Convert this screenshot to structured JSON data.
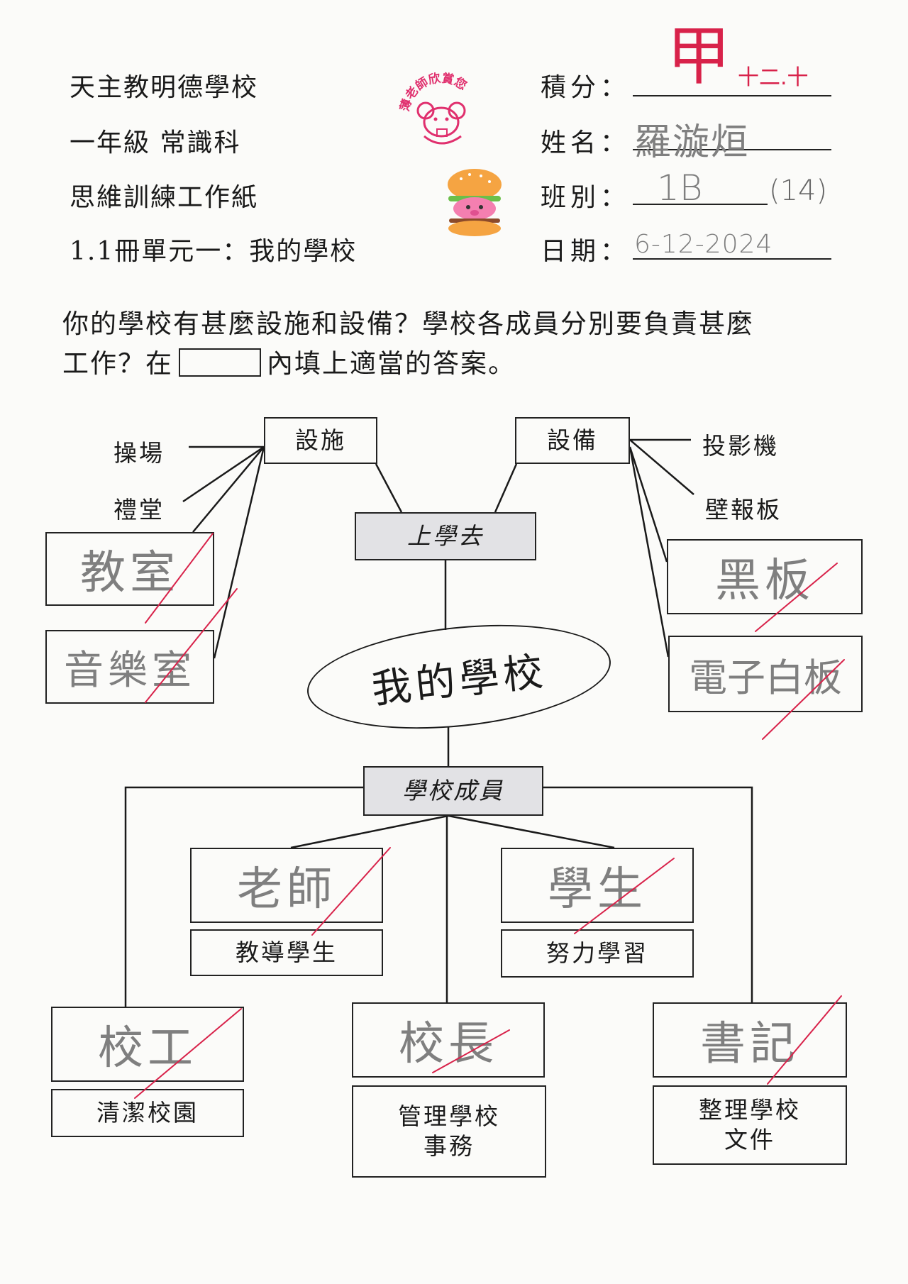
{
  "header": {
    "school": "天主教明德學校",
    "grade_subject": "一年級 常識科",
    "worksheet": "思維訓練工作紙",
    "unit": "1.1冊單元一：我的學校"
  },
  "fields": {
    "score_label": "積分：",
    "name_label": "姓名：",
    "class_label": "班別：",
    "date_label": "日期：",
    "name_value": "羅漩烜",
    "class_value": "1B",
    "class_number": "(14)",
    "date_value": "6-12-2024",
    "score_grade": "甲",
    "score_note": "十二.十"
  },
  "stamp": {
    "text": "薄老師欣賞您"
  },
  "question": {
    "line1": "你的學校有甚麼設施和設備？學校各成員分別要負責甚麼",
    "line2_before": "工作？在",
    "line2_after": "內填上適當的答案。"
  },
  "diagram": {
    "center": "我的學校",
    "top_hub": "上學去",
    "facilities": {
      "title": "設施",
      "given": [
        "操場",
        "禮堂"
      ],
      "answers": [
        "教室",
        "音樂室"
      ]
    },
    "equipment": {
      "title": "設備",
      "given": [
        "投影機",
        "壁報板"
      ],
      "answers": [
        "黑板",
        "電子白板"
      ]
    },
    "members": {
      "title": "學校成員",
      "items": [
        {
          "role": "老師",
          "duty": "教導學生"
        },
        {
          "role": "學生",
          "duty": "努力學習"
        },
        {
          "role": "校工",
          "duty": "清潔校園"
        },
        {
          "role": "校長",
          "duty_line1": "管理學校",
          "duty_line2": "事務"
        },
        {
          "role": "書記",
          "duty_line1": "整理學校",
          "duty_line2": "文件"
        }
      ]
    }
  },
  "colors": {
    "ink": "#1a1a1a",
    "pencil": "#7f7f7f",
    "marker_red": "#d8224a",
    "hub_fill": "#e2e2e5"
  },
  "icons": [
    "teacher-stamp-icon",
    "hamburger-sticker-icon",
    "tick-icon"
  ]
}
